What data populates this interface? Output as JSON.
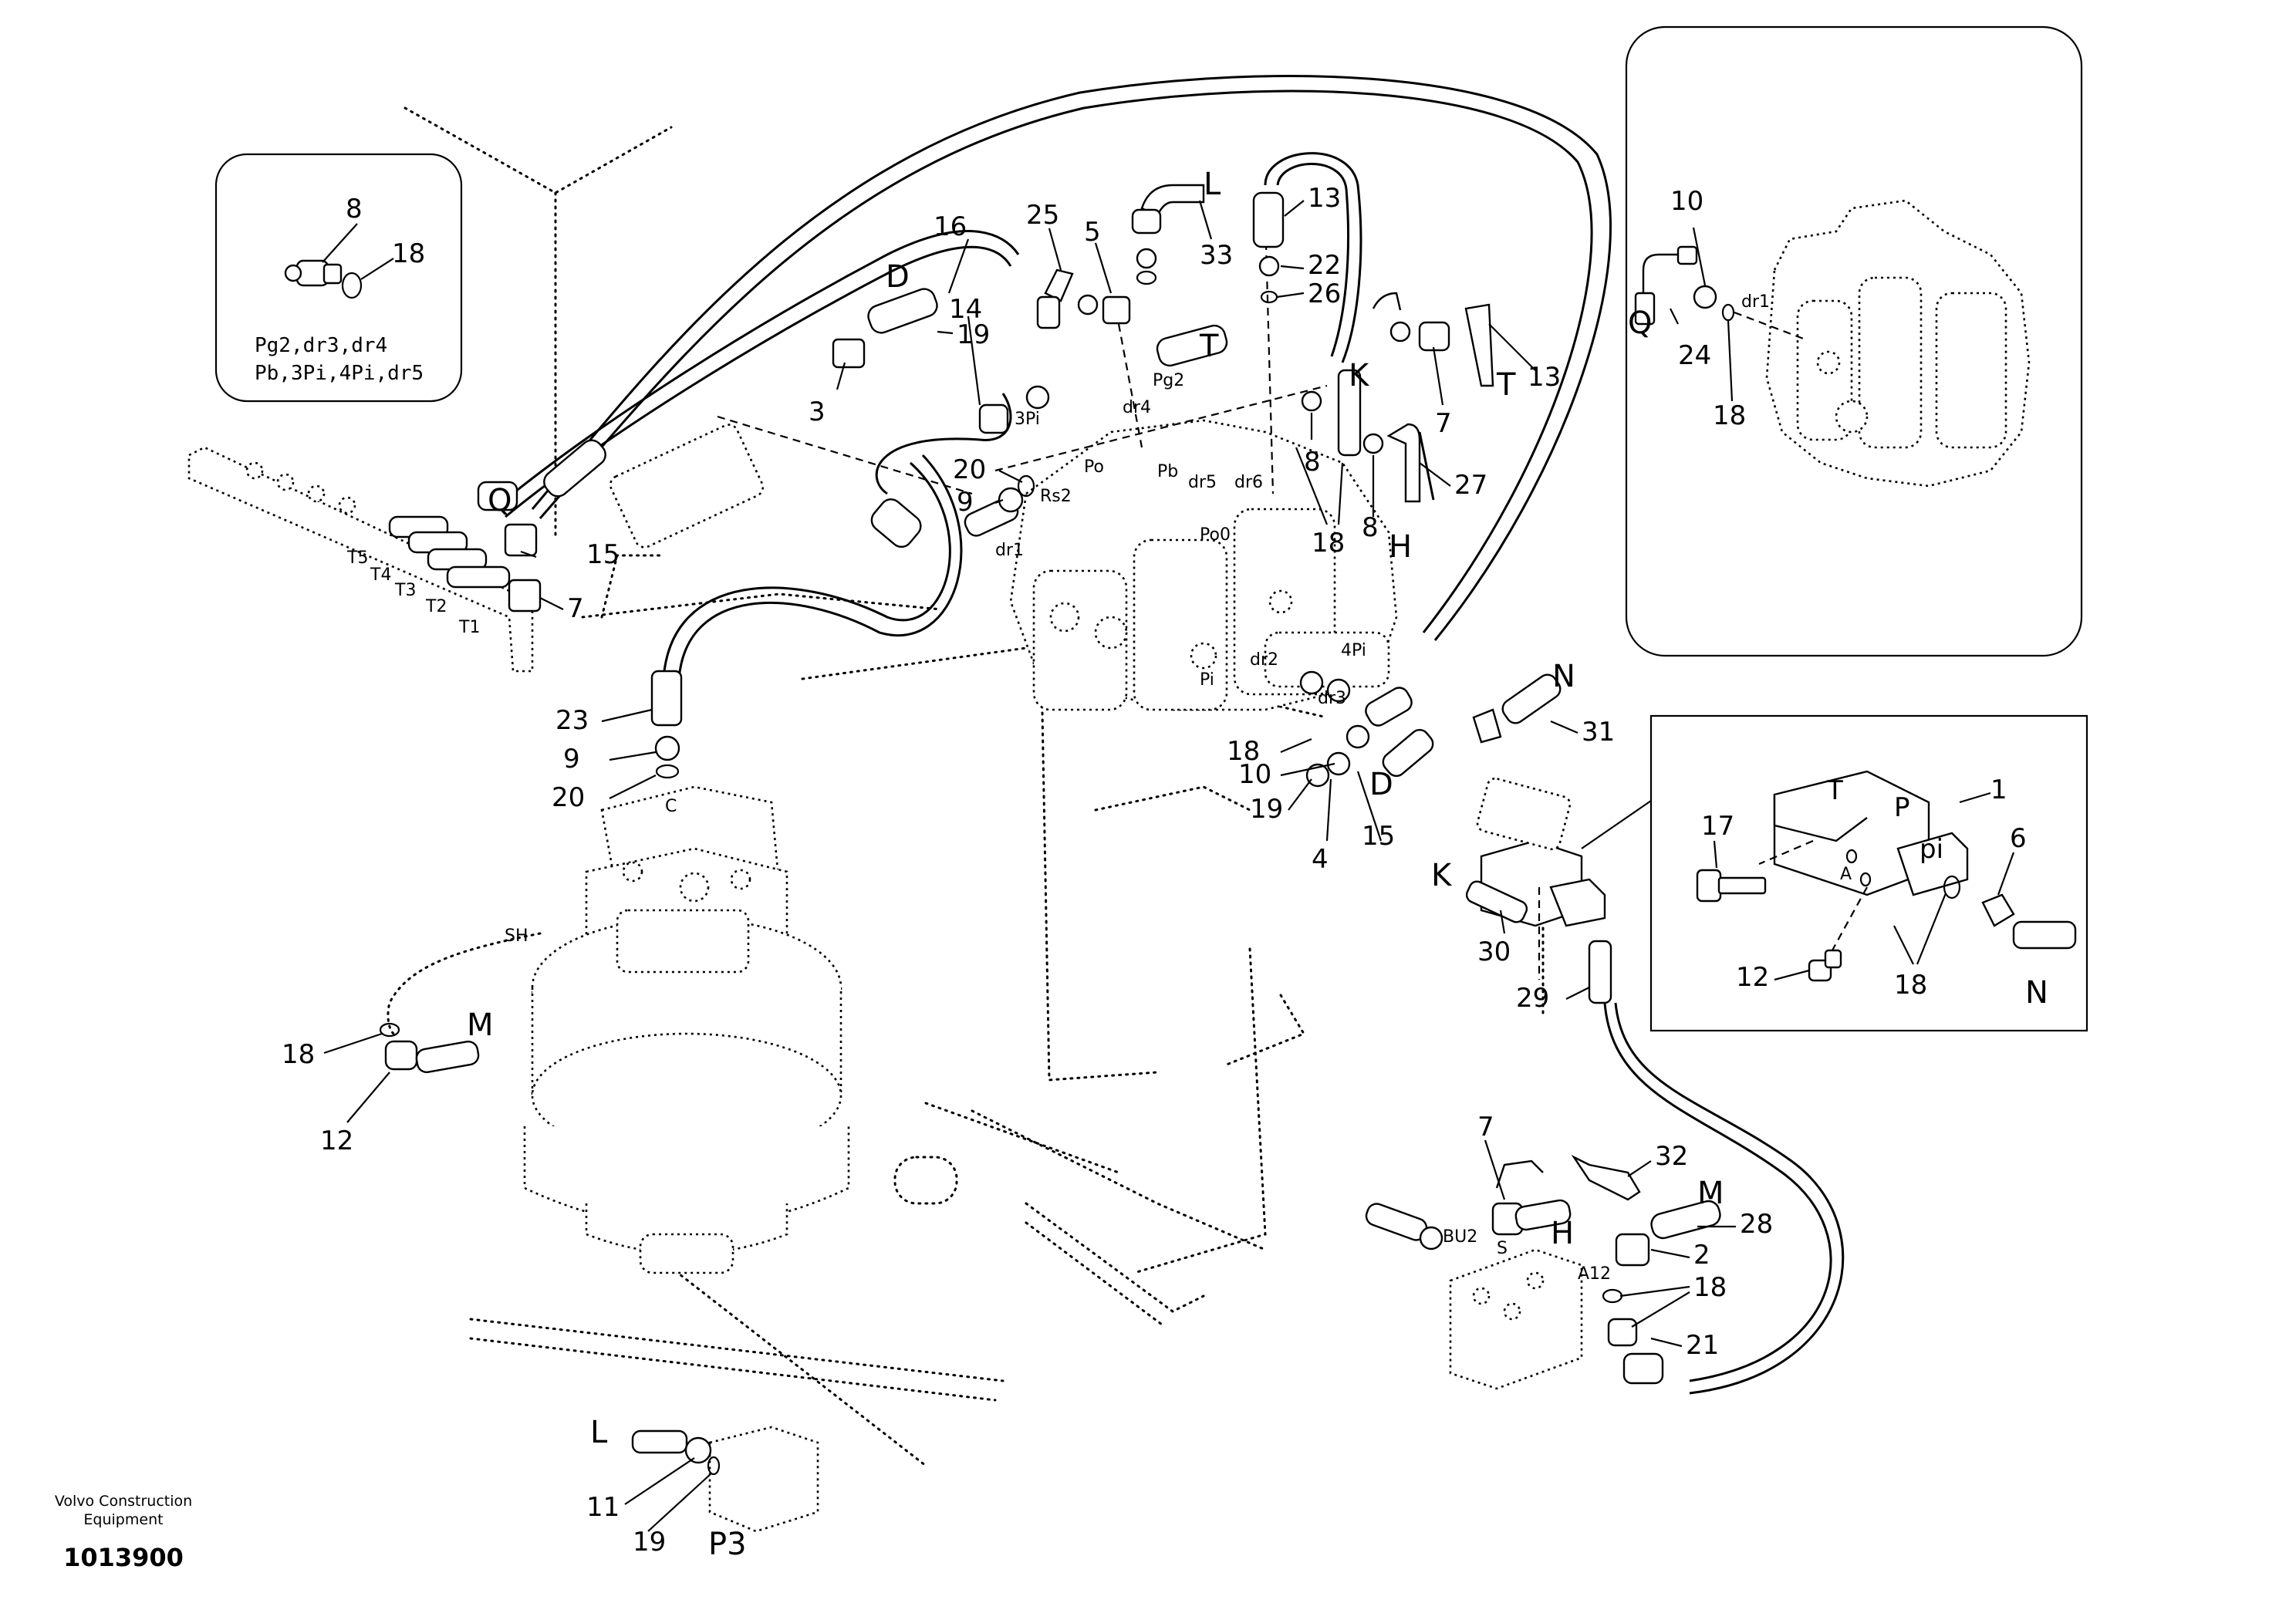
{
  "footer": {
    "org_line1": "Volvo Construction",
    "org_line2": "Equipment",
    "drawing_id": "1013900"
  },
  "inset_top_left": {
    "parts": [
      "8",
      "18"
    ],
    "note_line1": "Pg2,dr3,dr4",
    "note_line2": "Pb,3Pi,4Pi,dr5"
  },
  "inset_top_right": {
    "parts": [
      "10",
      "24",
      "18"
    ],
    "ports": [
      "Q",
      "dr1"
    ]
  },
  "inset_valve": {
    "parts": [
      "1",
      "17",
      "6",
      "12",
      "18"
    ],
    "ports": [
      "T",
      "P",
      "pi",
      "A",
      "N"
    ]
  },
  "callouts": [
    "8",
    "18",
    "16",
    "25",
    "5",
    "33",
    "13",
    "22",
    "26",
    "14",
    "19",
    "3",
    "7",
    "13",
    "20",
    "9",
    "15",
    "7",
    "8",
    "8",
    "18",
    "27",
    "23",
    "9",
    "20",
    "18",
    "10",
    "19",
    "4",
    "15",
    "31",
    "18",
    "12",
    "30",
    "29",
    "7",
    "32",
    "28",
    "2",
    "18",
    "21",
    "11",
    "19"
  ],
  "letters": [
    "D",
    "L",
    "T",
    "T",
    "K",
    "H",
    "Q",
    "N",
    "D",
    "K",
    "M",
    "H",
    "M",
    "L",
    "P3"
  ],
  "port_codes": [
    "3Pi",
    "Pg2",
    "dr4",
    "Po",
    "Rs2",
    "Pb",
    "dr5",
    "dr6",
    "Po0",
    "dr1",
    "4Pi",
    "dr2",
    "dr3",
    "Pi",
    "SH",
    "C",
    "T5",
    "T4",
    "T3",
    "T2",
    "T1",
    "BU2",
    "S",
    "A12"
  ]
}
